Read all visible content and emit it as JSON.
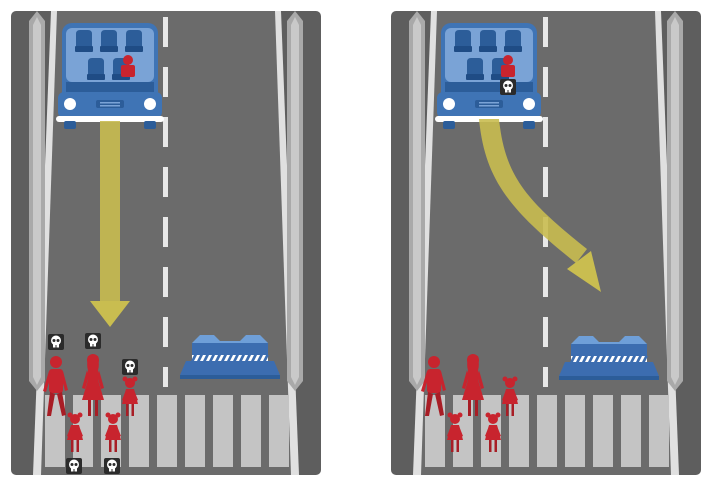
{
  "colors": {
    "road": "#6b6b6b",
    "road_dark": "#5a5a5a",
    "edge": "#9a9a9a",
    "barrier_light": "#c9c9c9",
    "barrier_dark": "#a9a9a9",
    "line": "#e8e8e8",
    "crosswalk": "#c4c4c4",
    "car_body": "#3f74b5",
    "car_dark": "#2c5d99",
    "car_light": "#7aa3d6",
    "pedestrian": "#c8242e",
    "arrow": "#c9bd50",
    "skull_bg": "#2b2b2b",
    "skull": "#ffffff",
    "block": "#3c6db0",
    "block_top": "#6f9fd8"
  },
  "panels": [
    {
      "id": "option-left",
      "outcome": "pedestrians-die",
      "pedestrians": [
        "man",
        "woman",
        "girl",
        "girl",
        "girl"
      ],
      "deaths_shown": 5
    },
    {
      "id": "option-right",
      "outcome": "passenger-dies",
      "pedestrians": [
        "man",
        "woman",
        "girl",
        "girl",
        "girl"
      ],
      "deaths_shown": 1
    }
  ]
}
